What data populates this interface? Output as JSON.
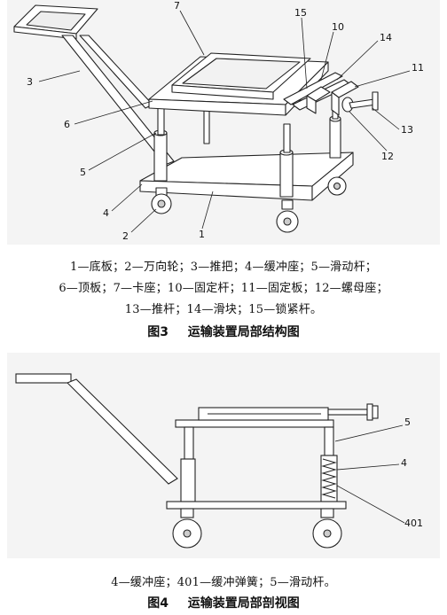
{
  "figure3": {
    "labels": {
      "l1": "1",
      "l2": "2",
      "l3": "3",
      "l4": "4",
      "l5": "5",
      "l6": "6",
      "l7": "7",
      "l10": "10",
      "l11": "11",
      "l12": "12",
      "l13": "13",
      "l14": "14",
      "l15": "15"
    },
    "legend_line1": "1—底板；2—万向轮；3—推把；4—缓冲座；5—滑动杆；",
    "legend_line2": "6—顶板；7—卡座；10—固定杆；11—固定板；12—螺母座；",
    "legend_line3": "13—推杆；14—滑块；15—锁紧杆。",
    "caption_num": "图3",
    "caption_text": "运输装置局部结构图"
  },
  "figure4": {
    "labels": {
      "l5": "5",
      "l4": "4",
      "l401": "401"
    },
    "legend_line1": "4—缓冲座；401—缓冲弹簧；5—滑动杆。",
    "caption_num": "图4",
    "caption_text": "运输装置局部剖视图"
  }
}
